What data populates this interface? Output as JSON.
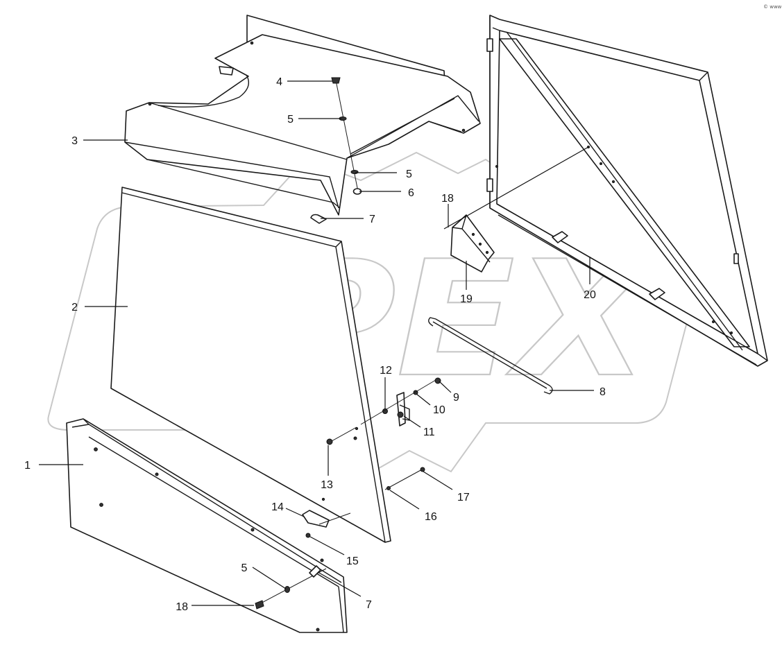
{
  "watermark": {
    "text": "OPEX"
  },
  "corner_mark": "© www",
  "callouts": [
    {
      "id": "c1",
      "text": "1"
    },
    {
      "id": "c2",
      "text": "2"
    },
    {
      "id": "c3",
      "text": "3"
    },
    {
      "id": "c4",
      "text": "4"
    },
    {
      "id": "c5a",
      "text": "5"
    },
    {
      "id": "c5b",
      "text": "5"
    },
    {
      "id": "c6",
      "text": "6"
    },
    {
      "id": "c7a",
      "text": "7"
    },
    {
      "id": "c18a",
      "text": "18"
    },
    {
      "id": "c19",
      "text": "19"
    },
    {
      "id": "c20",
      "text": "20"
    },
    {
      "id": "c8",
      "text": "8"
    },
    {
      "id": "c12",
      "text": "12"
    },
    {
      "id": "c9",
      "text": "9"
    },
    {
      "id": "c10",
      "text": "10"
    },
    {
      "id": "c11",
      "text": "11"
    },
    {
      "id": "c13",
      "text": "13"
    },
    {
      "id": "c17",
      "text": "17"
    },
    {
      "id": "c16",
      "text": "16"
    },
    {
      "id": "c14",
      "text": "14"
    },
    {
      "id": "c15",
      "text": "15"
    },
    {
      "id": "c5c",
      "text": "5"
    },
    {
      "id": "c7b",
      "text": "7"
    },
    {
      "id": "c18b",
      "text": "18"
    }
  ]
}
